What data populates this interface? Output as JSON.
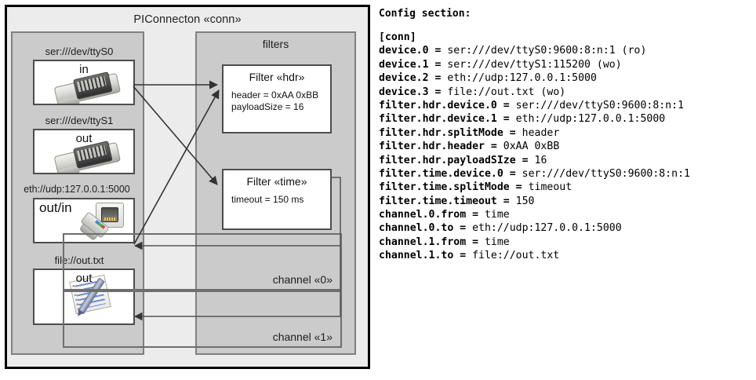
{
  "diagram": {
    "title": "PIConnecton «conn»",
    "devices_panel": {
      "name": "devices",
      "items": [
        {
          "label": "ser:///dev/ttyS0",
          "io": "in",
          "icon": "serial-port-icon"
        },
        {
          "label": "ser:///dev/ttyS1",
          "io": "out",
          "icon": "serial-port-icon"
        },
        {
          "label": "eth://udp:127.0.0.1:5000",
          "io": "out/in",
          "icon": "ethernet-icon"
        },
        {
          "label": "file://out.txt",
          "io": "out",
          "icon": "file-document-icon"
        }
      ]
    },
    "filters_panel": {
      "title": "filters",
      "filters": [
        {
          "title": "Filter «hdr»",
          "props": [
            "header = 0xAA 0xBB",
            "payloadSize = 16"
          ]
        },
        {
          "title": "Filter «time»",
          "props": [
            "timeout = 150 ms"
          ]
        }
      ],
      "channels": [
        {
          "label": "channel «0»"
        },
        {
          "label": "channel «1»"
        }
      ]
    }
  },
  "config": {
    "heading": "Config section:",
    "lines": [
      {
        "key": "[conn]",
        "value": ""
      },
      {
        "key": "device.0 = ",
        "value": "ser:///dev/ttyS0:9600:8:n:1 (ro)"
      },
      {
        "key": "device.1 = ",
        "value": "ser:///dev/ttyS1:115200 (wo)"
      },
      {
        "key": "device.2 = ",
        "value": "eth://udp:127.0.0.1:5000"
      },
      {
        "key": "device.3 = ",
        "value": "file://out.txt (wo)"
      },
      {
        "key": "filter.hdr.device.0 = ",
        "value": "ser:///dev/ttyS0:9600:8:n:1"
      },
      {
        "key": "filter.hdr.device.1 = ",
        "value": "eth://udp:127.0.0.1:5000"
      },
      {
        "key": "filter.hdr.splitMode = ",
        "value": "header"
      },
      {
        "key": "filter.hdr.header = ",
        "value": "0xAA 0xBB"
      },
      {
        "key": "filter.hdr.payloadSIze = ",
        "value": "16"
      },
      {
        "key": "filter.time.device.0 = ",
        "value": "ser:///dev/ttyS0:9600:8:n:1"
      },
      {
        "key": "filter.time.splitMode = ",
        "value": "timeout"
      },
      {
        "key": "filter.time.timeout = ",
        "value": "150"
      },
      {
        "key": "channel.0.from = ",
        "value": "time"
      },
      {
        "key": "channel.0.to = ",
        "value": "eth://udp:127.0.0.1:5000"
      },
      {
        "key": "channel.1.from = ",
        "value": "time"
      },
      {
        "key": "channel.1.to = ",
        "value": "file://out.txt"
      }
    ]
  },
  "colors": {
    "frame_border": "#000000",
    "canvas": "#ececec",
    "panel_fill": "#cbcbcb",
    "panel_border": "#808080",
    "card_fill": "#ffffff",
    "card_border": "#4d4d4d",
    "connector": "#333333"
  }
}
